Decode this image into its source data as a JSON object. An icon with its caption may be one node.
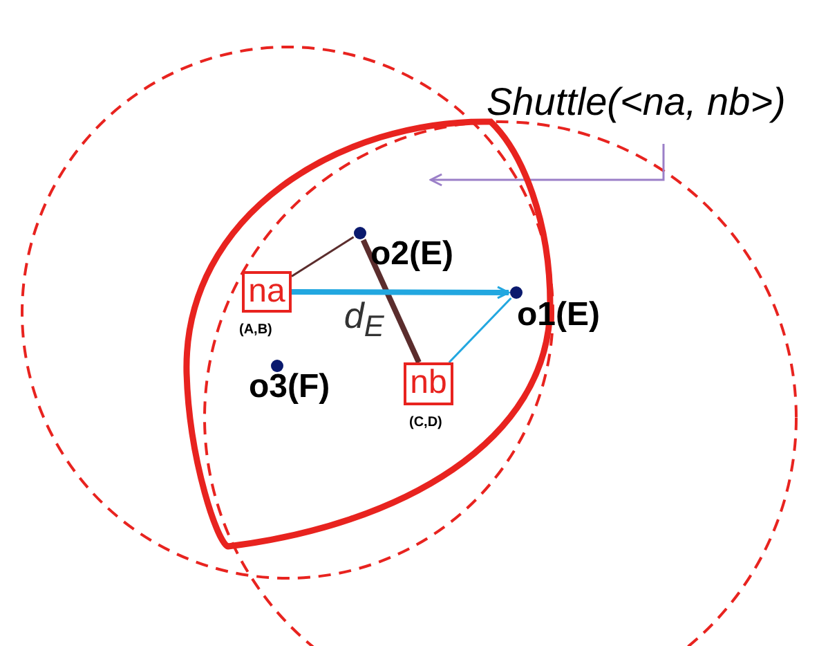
{
  "diagram": {
    "nodes": [
      {
        "text": [],
        "shape": "region"
      },
      {
        "text": [
          "na"
        ],
        "beside": [
          "(A,B)"
        ],
        "in": 0
      },
      {
        "text": [],
        "shape": "circle",
        "beside": [
          "o2(E)"
        ],
        "in": 0
      },
      {
        "text": [],
        "shape": "circle",
        "beside": [
          "o1(E)"
        ],
        "in": 0
      },
      {
        "text": [],
        "shape": "circle",
        "beside": [
          "o3(F)"
        ],
        "in": 0
      },
      {
        "text": [
          "nb"
        ],
        "beside": [
          "(C,D)"
        ],
        "in": 0
      },
      {
        "text": [
          "Shuttle(<na, nb>)"
        ]
      }
    ],
    "edges": [
      {
        "from": 1,
        "to": 2,
        "arrow": "none",
        "color": "#5b2d2d"
      },
      {
        "from": 2,
        "to": 5,
        "arrow": "none",
        "label": "d$_{E}$",
        "style": "thick",
        "color": "#5b2d2d"
      },
      {
        "from": 1,
        "to": 3,
        "arrow": "to",
        "style": "thick",
        "color": "#22a7e0"
      },
      {
        "from": 5,
        "to": 3,
        "arrow": "none",
        "color": "#22a7e0"
      },
      {
        "from": 6,
        "to": 0,
        "arrow": "to",
        "color": "#9b7fc8"
      }
    ]
  }
}
